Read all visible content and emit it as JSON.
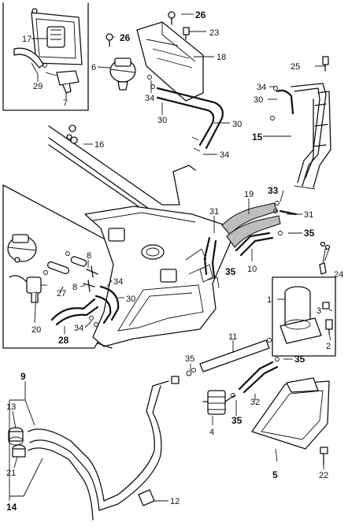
{
  "callouts": {
    "c1": "1",
    "c2": "2",
    "c3": "3",
    "c4": "4",
    "c5": "5",
    "c6": "6",
    "c7": "7",
    "c8": "8",
    "c9": "9",
    "c10": "10",
    "c11": "11",
    "c12": "12",
    "c13": "13",
    "c14": "14",
    "c15": "15",
    "c16": "16",
    "c17": "17",
    "c18": "18",
    "c19": "19",
    "c20": "20",
    "c21": "21",
    "c22": "22",
    "c23": "23",
    "c24": "24",
    "c25": "25",
    "c26": "26",
    "c27": "27",
    "c28": "28",
    "c29": "29",
    "c30": "30",
    "c31": "31",
    "c32": "32",
    "c33": "33",
    "c34": "34",
    "c35": "35"
  },
  "palette": {
    "line": "#111111",
    "background": "#ffffff",
    "hatch": "#bdbdbd"
  }
}
